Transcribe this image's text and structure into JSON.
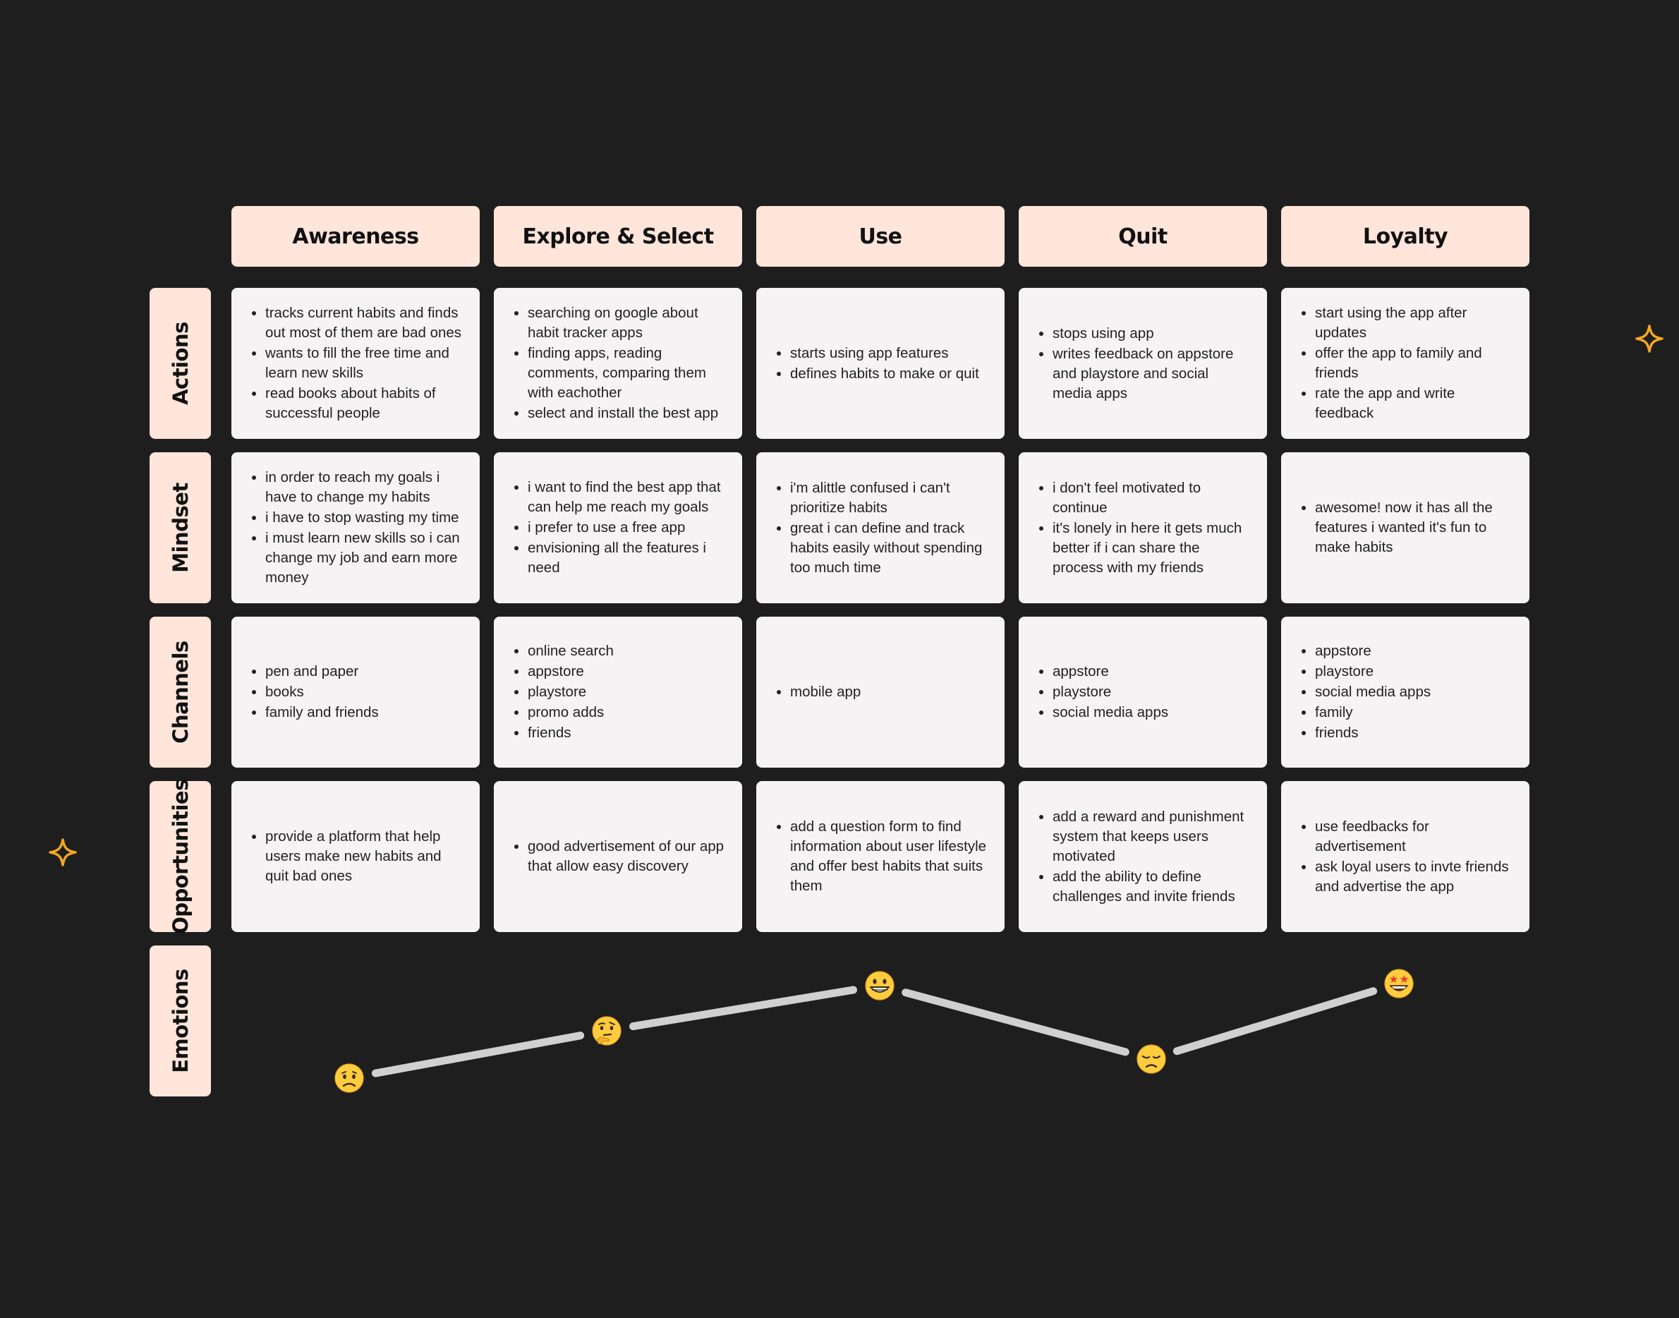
{
  "stages": [
    "Awareness",
    "Explore & Select",
    "Use",
    "Quit",
    "Loyalty"
  ],
  "rows": [
    {
      "label": "Actions",
      "cells": [
        [
          "tracks current habits and finds out most of them are bad ones",
          "wants to fill the free time and learn new skills",
          "read books about habits of successful people"
        ],
        [
          "searching on google about habit tracker apps",
          "finding apps, reading comments, comparing them with eachother",
          "select and install the best app"
        ],
        [
          "starts using app features",
          "defines habits to make or quit"
        ],
        [
          "stops using app",
          "writes feedback on appstore and playstore and social media apps"
        ],
        [
          "start using the app after updates",
          "offer the app to family and friends",
          "rate the app and write feedback"
        ]
      ]
    },
    {
      "label": "Mindset",
      "cells": [
        [
          "in order to reach my goals i have to change my habits",
          "i have to stop wasting my time",
          "i must learn new skills so i can change my job and earn more money"
        ],
        [
          "i want to find the best app that can help me reach my goals",
          "i prefer to use a free app",
          "envisioning all the features i need"
        ],
        [
          "i'm alittle confused i can't prioritize habits",
          "great i can define and track habits easily without spending too much time"
        ],
        [
          "i don't feel motivated to continue",
          "it's lonely in here it gets much better if i can share the process with my friends"
        ],
        [
          "awesome! now it has all the features i wanted it's fun to make habits"
        ]
      ]
    },
    {
      "label": "Channels",
      "cells": [
        [
          "pen and paper",
          "books",
          "family and friends"
        ],
        [
          "online search",
          "appstore",
          "playstore",
          "promo adds",
          "friends"
        ],
        [
          "mobile app"
        ],
        [
          "appstore",
          "playstore",
          "social media apps"
        ],
        [
          "appstore",
          "playstore",
          "social media apps",
          "family",
          "friends"
        ]
      ]
    },
    {
      "label": "Opportunities",
      "cells": [
        [
          "provide a platform that help users make new habits and quit bad ones"
        ],
        [
          "good advertisement of our app that allow easy discovery"
        ],
        [
          "add a question form to find information about user lifestyle and offer best habits that suits them"
        ],
        [
          "add a reward and punishment system that keeps users motivated",
          "add the ability to define challenges and invite friends"
        ],
        [
          "use feedbacks for advertisement",
          "ask loyal users to invte friends and advertise the app"
        ]
      ]
    }
  ],
  "emotions_label": "Emotions",
  "emotions": [
    {
      "stage": "Awareness",
      "mood": "worried",
      "level": 0.0
    },
    {
      "stage": "Explore & Select",
      "mood": "thinking",
      "level": 0.42
    },
    {
      "stage": "Use",
      "mood": "grinning",
      "level": 0.82
    },
    {
      "stage": "Quit",
      "mood": "disappointed",
      "level": 0.17
    },
    {
      "stage": "Loyalty",
      "mood": "star-struck",
      "level": 0.84
    }
  ],
  "colors": {
    "background": "#1e1e1e",
    "label_fill": "#ffe5da",
    "card_fill": "#f5f3f4",
    "line": "#d0d0d0",
    "sparkle": "#f5a623",
    "emoji_face": "#ffcc3e"
  },
  "icons": [
    "sparkle-icon",
    "worried-face-icon",
    "thinking-face-icon",
    "grinning-face-icon",
    "disappointed-face-icon",
    "star-struck-face-icon"
  ]
}
